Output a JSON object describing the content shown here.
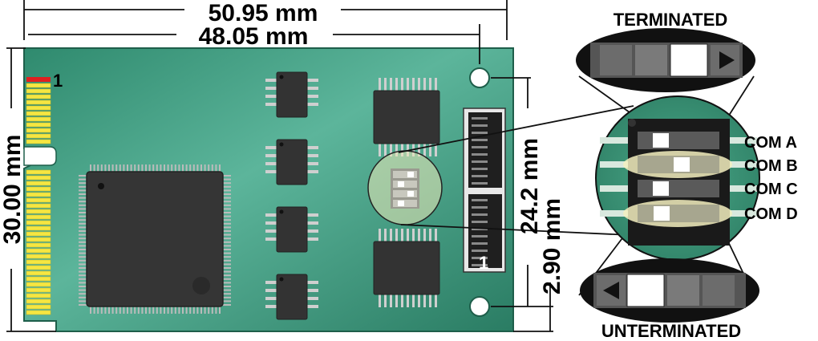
{
  "dimensions": {
    "overall_width": "50.95 mm",
    "hole_spacing_width": "48.05 mm",
    "board_height": "30.00 mm",
    "connector_height": "24.2 mm",
    "offset": "2.90 mm"
  },
  "pin_one_markers": {
    "edge_connector": "1",
    "header_connector": "1"
  },
  "switch_labels": {
    "terminated": "TERMINATED",
    "unterminated": "UNTERMINATED",
    "com_a": "COM A",
    "com_b": "COM B",
    "com_c": "COM C",
    "com_d": "COM D"
  },
  "switch_states": {
    "com_a": "terminated",
    "com_b": "unterminated",
    "com_c": "terminated",
    "com_d": "unterminated"
  },
  "colors": {
    "pcb": "#3f9a7f",
    "gold_finger": "#f5e642",
    "pin1_marker": "#e02020",
    "chip": "#333333",
    "highlight": "#f4f0c0"
  }
}
